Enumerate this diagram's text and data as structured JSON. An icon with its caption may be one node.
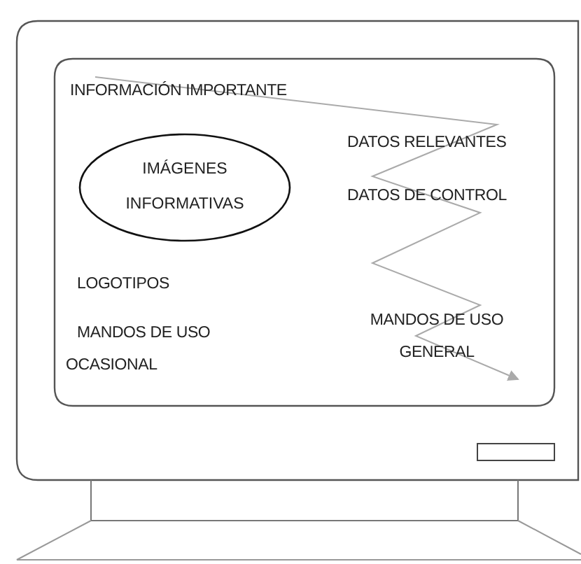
{
  "diagram": {
    "nodes": [
      {
        "text": [
          "IMÁGENES INFORMATIVAS"
        ]
      }
    ],
    "labels": [
      "INFORMACIÓN IMPORTANTE",
      "DATOS RELEVANTES",
      "DATOS DE CONTROL",
      "LOGOTIPOS",
      "MANDOS DE USO OCASIONAL",
      "MANDOS DE USO GENERAL"
    ]
  }
}
